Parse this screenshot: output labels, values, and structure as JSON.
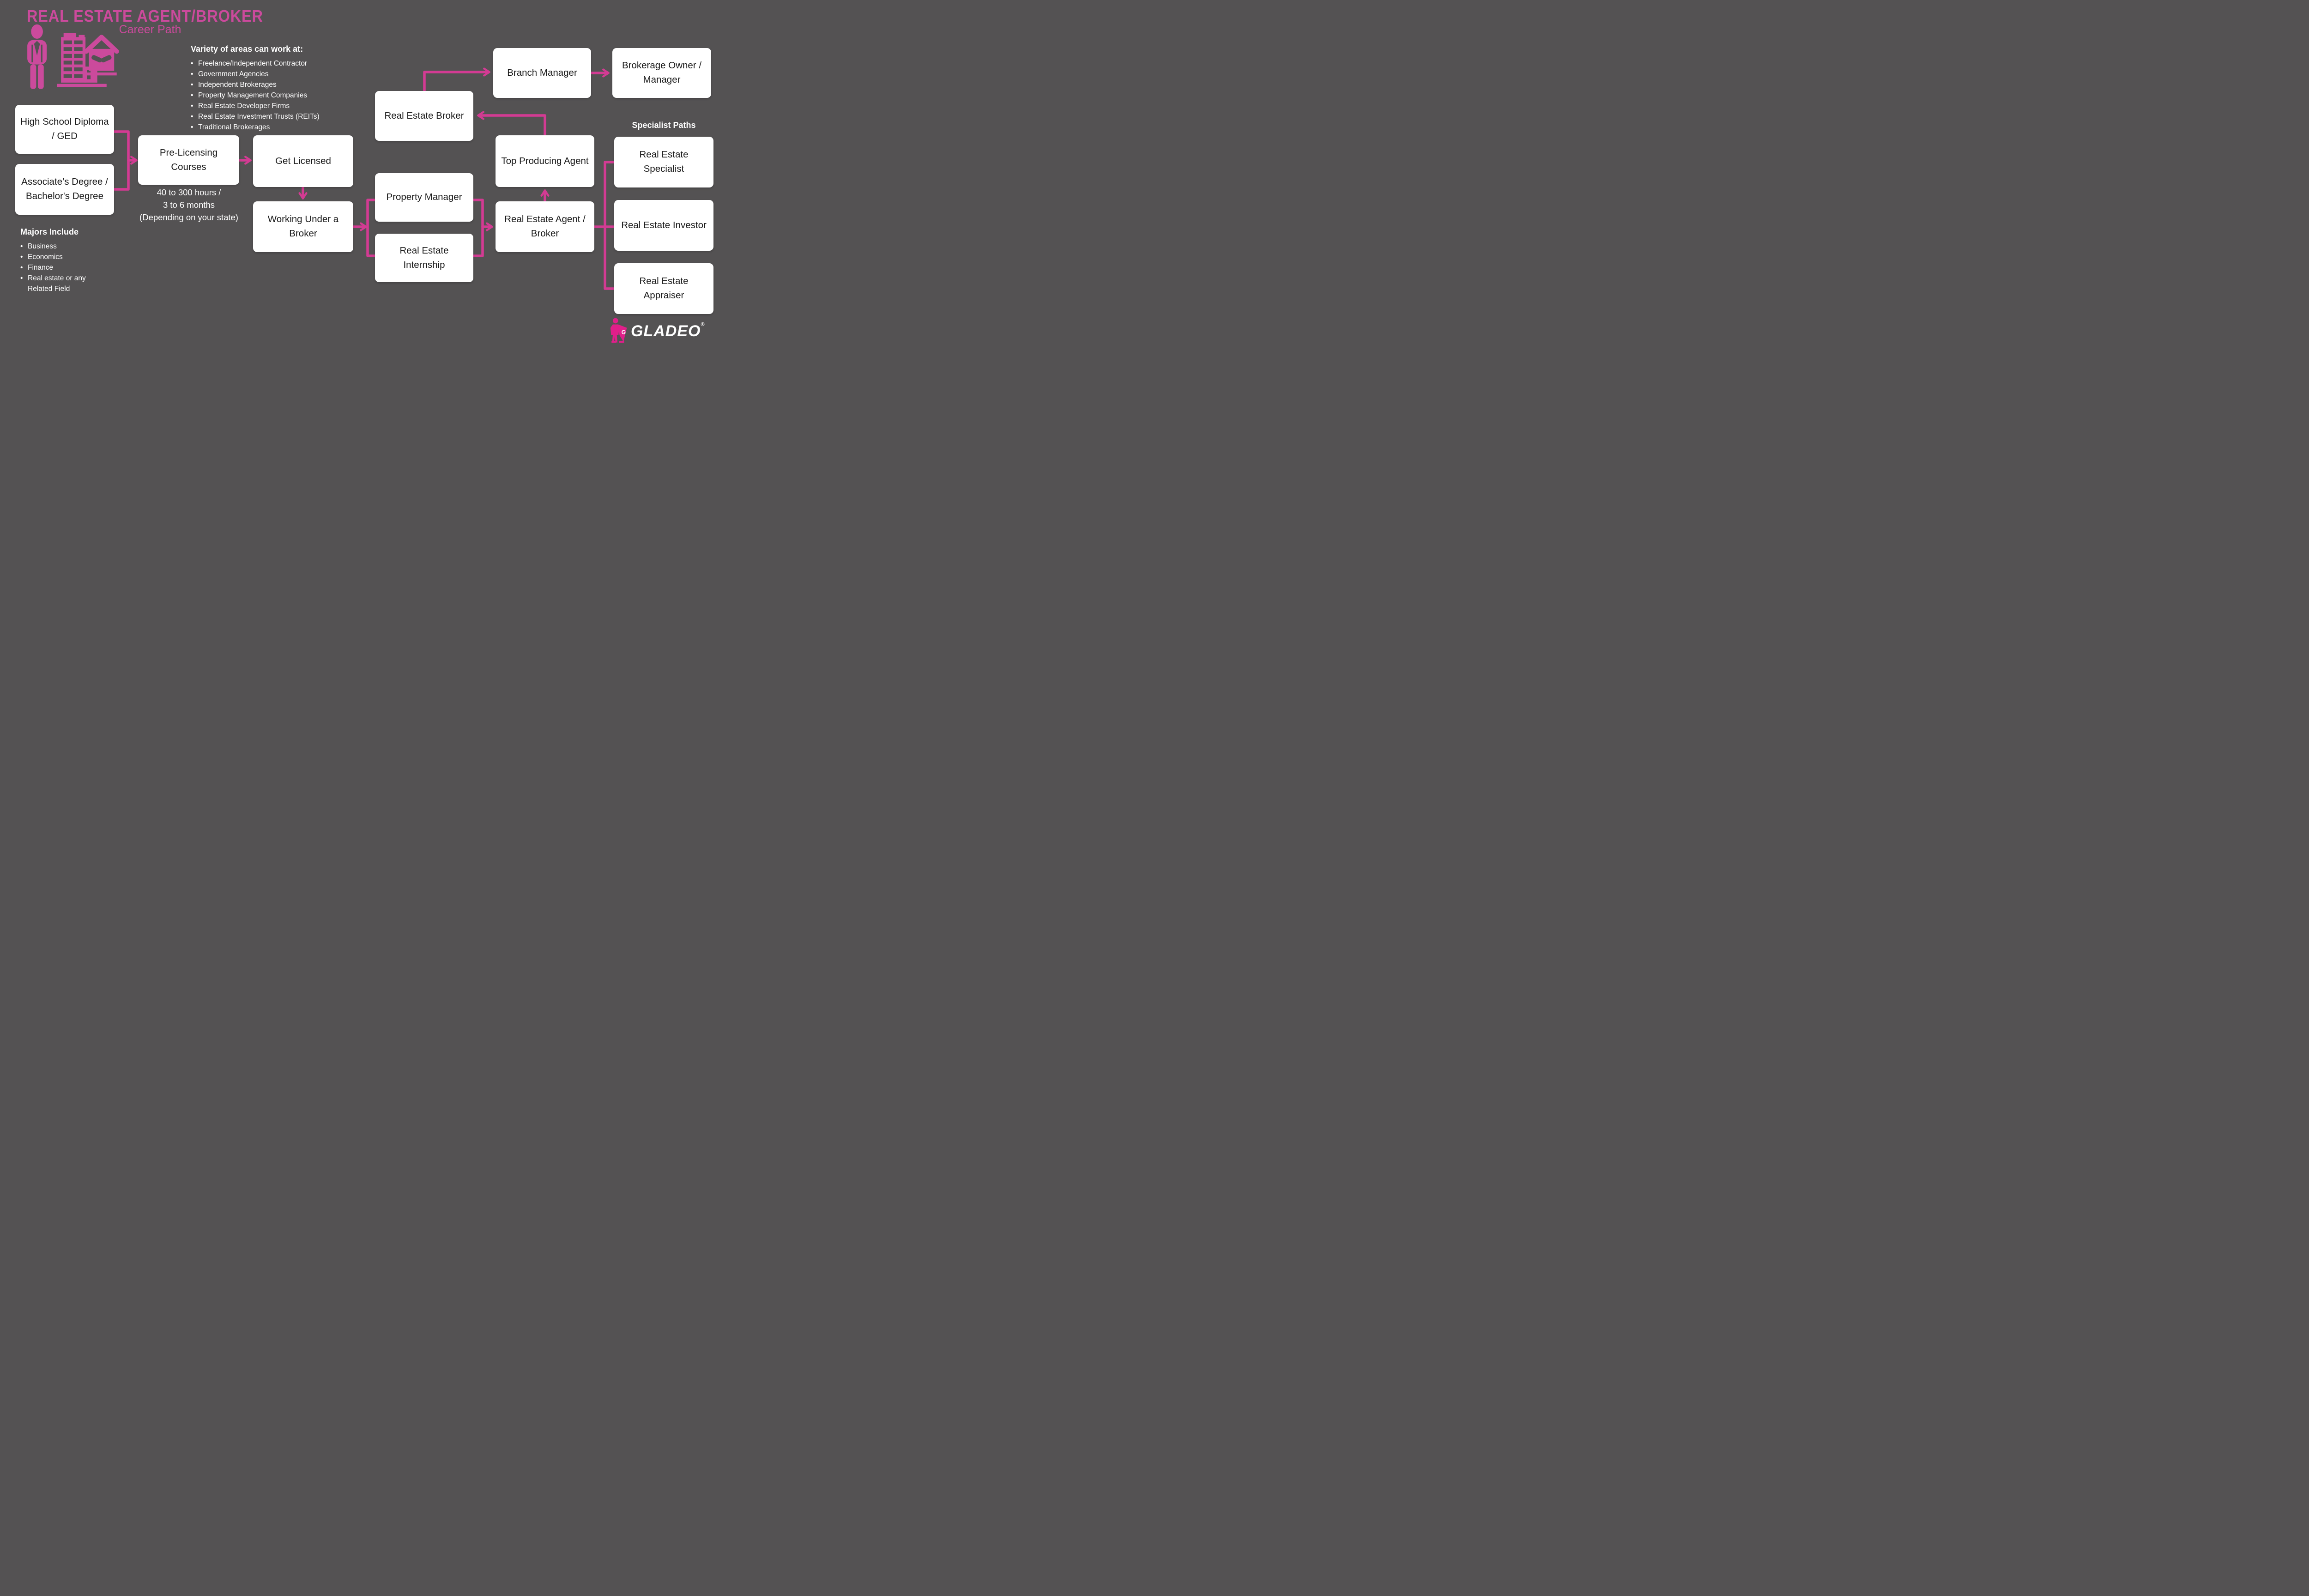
{
  "colors": {
    "background": "#545253",
    "connector_pink": "#d33b93",
    "title_pink": "#cb4a9c",
    "hero_pink": "#e01f8a",
    "box_bg": "#ffffff",
    "box_text": "#191919",
    "side_text": "#ffffff"
  },
  "header": {
    "title": "REAL ESTATE AGENT/BROKER",
    "subtitle": "Career Path"
  },
  "work_areas": {
    "heading": "Variety of areas can work at:",
    "items": [
      "Freelance/Independent Contractor",
      "Government Agencies",
      "Independent Brokerages",
      "Property Management Companies",
      "Real Estate Developer Firms",
      "Real Estate Investment Trusts (REITs)",
      "Traditional Brokerages"
    ]
  },
  "majors": {
    "heading": "Majors Include",
    "items": [
      "Business",
      "Economics",
      "Finance",
      "Real estate or any Related Field"
    ]
  },
  "nodes": {
    "high_school": "High School Diploma / GED",
    "associates": "Associate’s Degree / Bachelor's Degree",
    "pre_licensing": "Pre-Licensing Courses",
    "get_licensed": "Get Licensed",
    "working_under_broker": "Working Under a Broker",
    "property_manager": "Property Manager",
    "internship": "Real Estate Internship",
    "broker": "Real Estate Broker",
    "branch_manager": "Branch Manager",
    "brokerage_owner": "Brokerage Owner / Manager",
    "top_producing_agent": "Top Producing Agent",
    "agent_broker": "Real Estate Agent / Broker"
  },
  "pre_licensing_note": {
    "line1": "40 to 300 hours /",
    "line2": "3 to 6 months",
    "line3": "(Depending on your state)"
  },
  "specialist": {
    "heading": "Specialist Paths",
    "items": [
      "Real Estate Specialist",
      "Real Estate Investor",
      "Real Estate Appraiser"
    ]
  },
  "logo": {
    "brand": "GLADEO",
    "registered": "®"
  }
}
